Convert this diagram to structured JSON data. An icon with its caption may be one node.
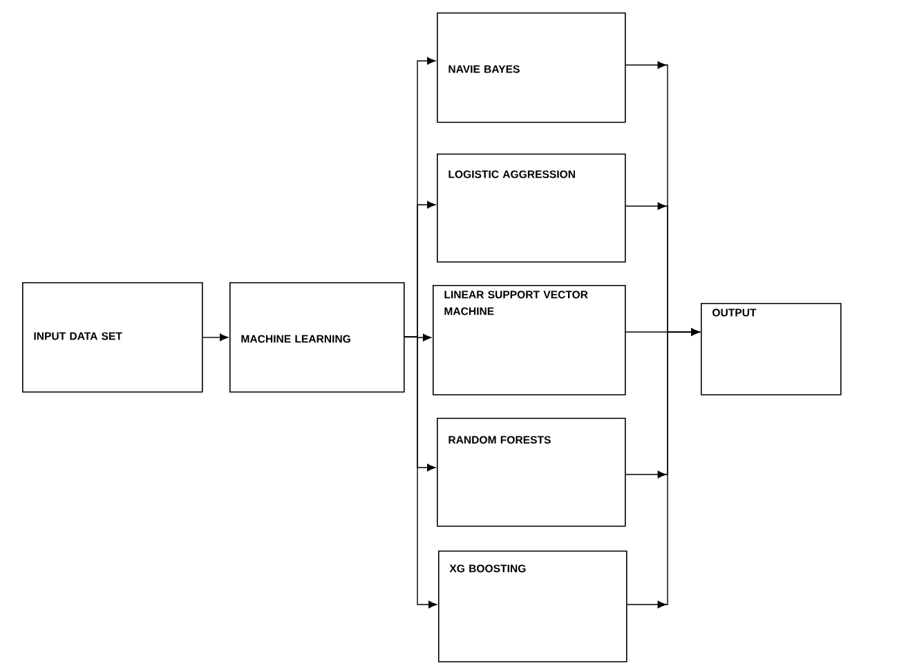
{
  "diagram": {
    "nodes": [
      {
        "text": [
          "INPUT DATA SET"
        ]
      },
      {
        "text": [
          "MACHINE LEARNING"
        ]
      },
      {
        "text": [
          "NAVIE BAYES"
        ]
      },
      {
        "text": [
          "LOGISTIC AGGRESSION"
        ]
      },
      {
        "text": [
          "LINEAR SUPPORT VECTOR MACHINE"
        ]
      },
      {
        "text": [
          "RANDOM FORESTS"
        ]
      },
      {
        "text": [
          "XG BOOSTING"
        ]
      },
      {
        "text": [
          "OUTPUT"
        ]
      }
    ],
    "edges": [
      {
        "from": 0,
        "to": 1,
        "arrow": "to"
      },
      {
        "from": 1,
        "to": 2,
        "arrow": "to"
      },
      {
        "from": 1,
        "to": 3,
        "arrow": "to"
      },
      {
        "from": 1,
        "to": 4,
        "arrow": "to"
      },
      {
        "from": 1,
        "to": 5,
        "arrow": "to"
      },
      {
        "from": 1,
        "to": 6,
        "arrow": "to"
      },
      {
        "from": 2,
        "to": 7,
        "arrow": "to"
      },
      {
        "from": 3,
        "to": 7,
        "arrow": "to"
      },
      {
        "from": 4,
        "to": 7,
        "arrow": "to"
      },
      {
        "from": 5,
        "to": 7,
        "arrow": "to"
      },
      {
        "from": 6,
        "to": 7,
        "arrow": "to"
      }
    ]
  }
}
